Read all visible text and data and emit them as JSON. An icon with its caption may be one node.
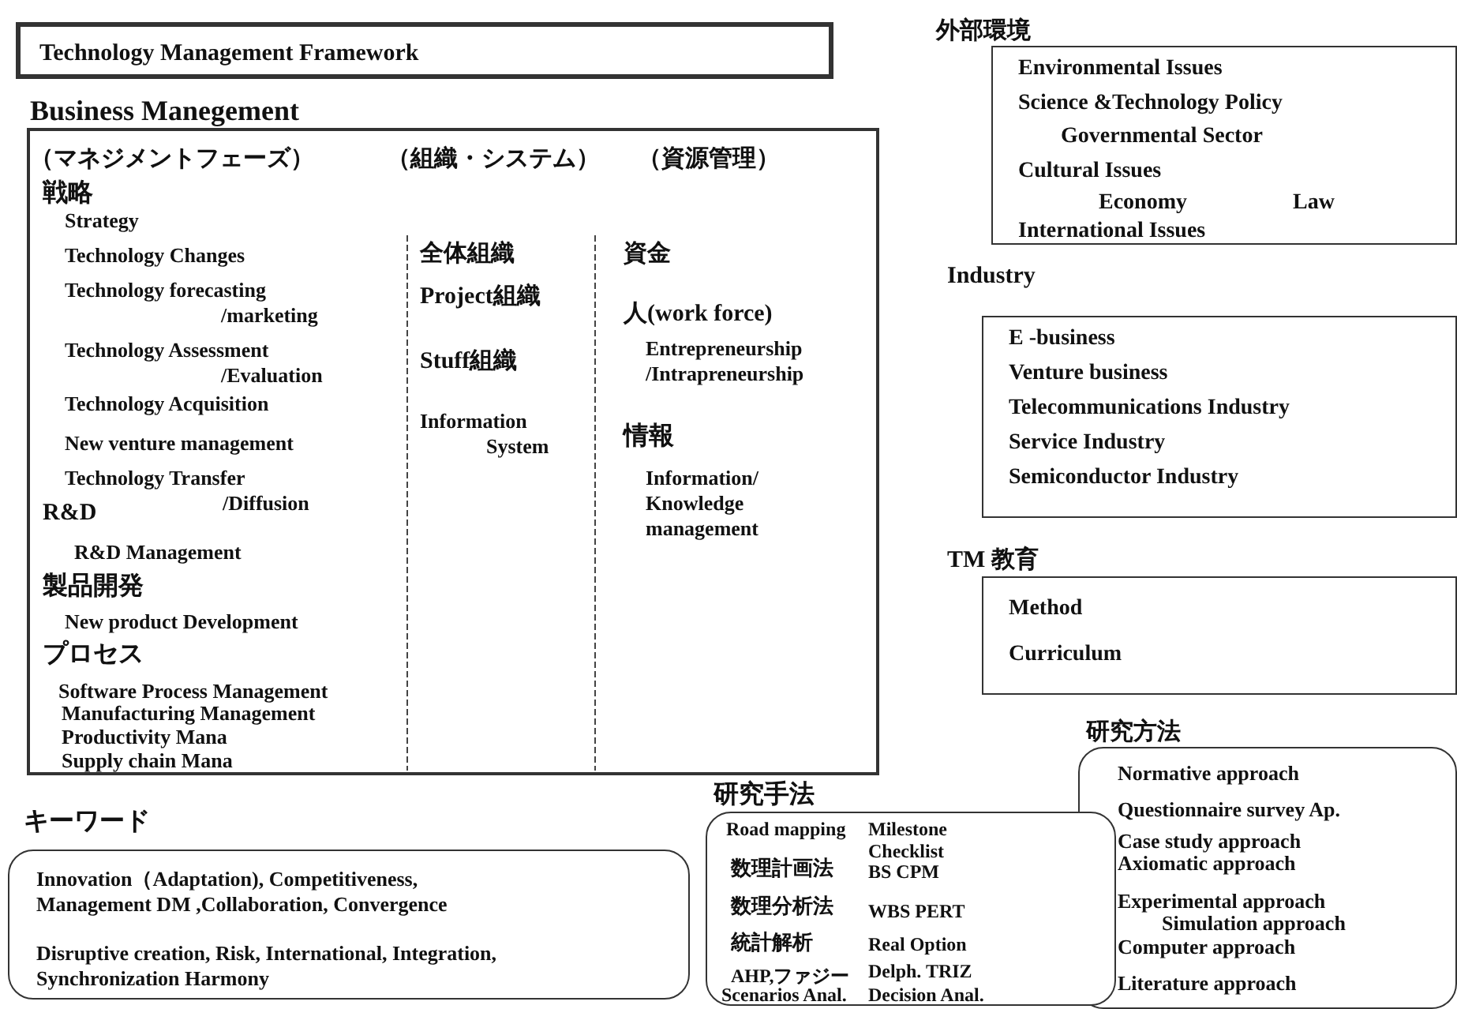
{
  "diagram": {
    "nodes": [
      {
        "text": [
          "Technology Management Framework"
        ]
      },
      {
        "text": [
          "Business Manegement",
          "（マネジメントフェーズ）",
          "（組織・システム）",
          "（資源管理）",
          "戦略",
          "Strategy",
          "Technology Changes",
          "Technology forecasting /marketing",
          "Technology Assessment /Evaluation",
          "Technology Acquisition",
          "New venture management",
          "Technology Transfer /Diffusion",
          "R&D",
          "R&D Management",
          "製品開発",
          "New product Development",
          "プロセス",
          "Software Process Management",
          "Manufacturing Management",
          "Productivity Mana",
          "Supply chain Mana",
          "全体組織",
          "Project組織",
          "Stuff組織",
          "Information System",
          "資金",
          "人(work force)",
          "Entrepreneurship /Intrapreneurship",
          "情報",
          "Information/ Knowledge management"
        ]
      },
      {
        "text": [
          "外部環境",
          "Environmental Issues",
          "Science &Technology Policy",
          "Governmental Sector",
          "Cultural Issues",
          "Economy",
          "Law",
          "International Issues"
        ]
      },
      {
        "text": [
          "Industry",
          "E -business",
          "Venture business",
          "Telecommunications Industry",
          "Service Industry",
          "Semiconductor Industry"
        ]
      },
      {
        "text": [
          "TM 教育",
          "Method",
          "Curriculum"
        ]
      },
      {
        "text": [
          "研究方法",
          "Normative approach",
          "Questionnaire survey Ap.",
          "Case study approach",
          "Axiomatic approach",
          "Experimental approach",
          "Simulation approach",
          "Computer approach",
          "Literature approach"
        ]
      },
      {
        "text": [
          "キーワード",
          "Innovation（Adaptation), Competitiveness, Management DM ,Collaboration, Convergence",
          "Disruptive creation, Risk, International, Integration, Synchronization Harmony"
        ]
      },
      {
        "text": [
          "研究手法",
          "Road mapping",
          "数理計画法",
          "数理分析法",
          "統計解析",
          "AHP,ファジー",
          "Scenarios Anal.",
          "Milestone",
          "Checklist",
          "BS CPM",
          "WBS PERT",
          "Real Option",
          "Delph. TRIZ",
          "Decision Anal."
        ]
      }
    ]
  }
}
